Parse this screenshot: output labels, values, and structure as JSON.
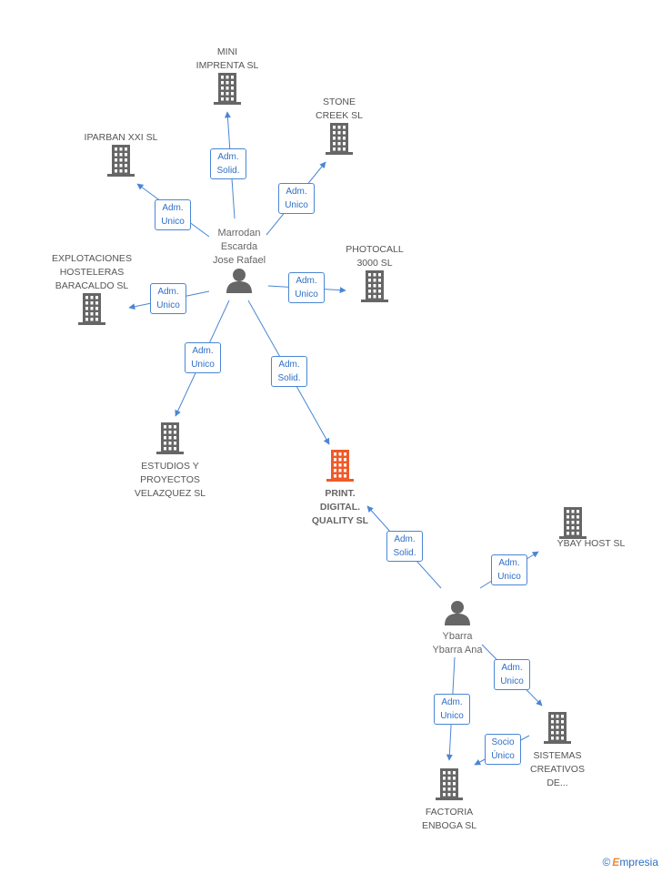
{
  "colors": {
    "edge": "#4a86d4",
    "building": "#666666",
    "center_building": "#f05a28",
    "person": "#666666"
  },
  "nodes": {
    "mini": {
      "name": "MINI\nIMPRENTA SL"
    },
    "stone": {
      "name": "STONE\nCREEK SL"
    },
    "iparban": {
      "name": "IPARBAN XXI SL"
    },
    "marrodan": {
      "name": "Marrodan\nEscarda\nJose Rafael"
    },
    "explot": {
      "name": "EXPLOTACIONES\nHOSTELERAS\nBARACALDO  SL"
    },
    "photocall": {
      "name": "PHOTOCALL\n3000 SL"
    },
    "estudios": {
      "name": "ESTUDIOS Y\nPROYECTOS\nVELAZQUEZ SL"
    },
    "print": {
      "name": "PRINT.\nDIGITAL.\nQUALITY SL"
    },
    "ybay": {
      "name": "YBAY HOST SL"
    },
    "ybarra": {
      "name": "Ybarra\nYbarra Ana"
    },
    "sistemas": {
      "name": "SISTEMAS\nCREATIVOS\nDE..."
    },
    "factoria": {
      "name": "FACTORIA\nENBOGA SL"
    }
  },
  "edges": [
    {
      "label": "Adm.\nSolid."
    },
    {
      "label": "Adm.\nUnico"
    },
    {
      "label": "Adm.\nUnico"
    },
    {
      "label": "Adm.\nUnico"
    },
    {
      "label": "Adm.\nUnico"
    },
    {
      "label": "Adm.\nUnico"
    },
    {
      "label": "Adm.\nSolid."
    },
    {
      "label": "Adm.\nSolid."
    },
    {
      "label": "Adm.\nUnico"
    },
    {
      "label": "Adm.\nUnico"
    },
    {
      "label": "Adm.\nUnico"
    },
    {
      "label": "Socio\nÚnico"
    }
  ],
  "footer": {
    "copyright": "©",
    "brand_first": "E",
    "brand_rest": "mpresia"
  }
}
